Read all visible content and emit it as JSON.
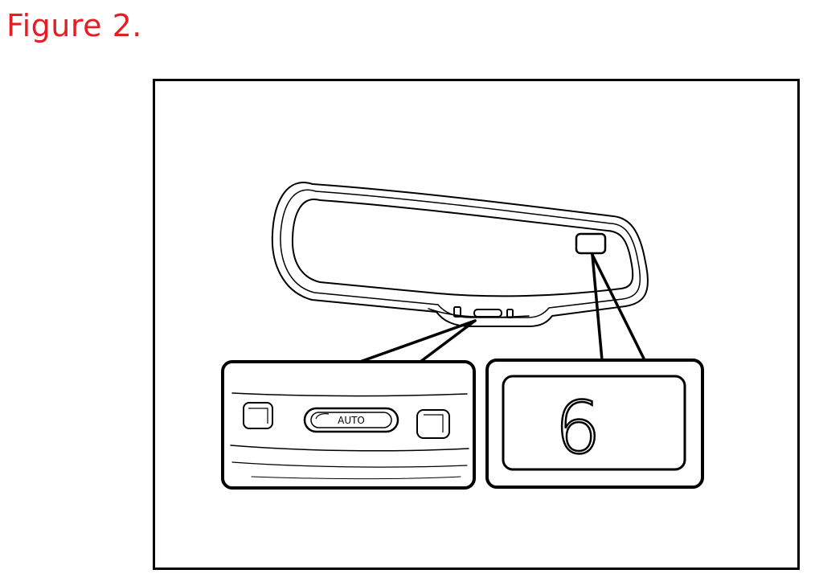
{
  "figure": {
    "title": "Figure 2.",
    "title_color": "#e31e24"
  },
  "diagram": {
    "subject": "auto-dimming rearview mirror",
    "callouts": {
      "button_panel": {
        "center_button_label": "AUTO"
      },
      "display_panel": {
        "display_value": "6"
      }
    },
    "icons": [
      "rearview-mirror",
      "auto-button",
      "side-button-left",
      "side-button-right",
      "digital-display"
    ],
    "line_color": "#000000"
  }
}
